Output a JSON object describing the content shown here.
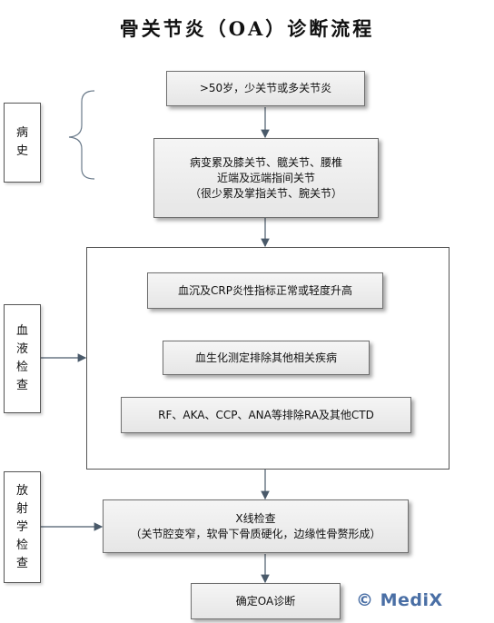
{
  "title": "骨关节炎（OA）诊断流程",
  "side_labels": {
    "history": "病史",
    "blood": "血液检查",
    "imaging": "放射学检查"
  },
  "steps": {
    "age": ">50岁，少关节或多关节炎",
    "joints": "病变累及膝关节、髋关节、腰椎\n近端及远端指间关节\n（很少累及掌指关节、腕关节）",
    "esr_crp": "血沉及CRP炎性指标正常或轻度升高",
    "biochem": "血生化测定排除其他相关疾病",
    "antibodies": "RF、AKA、CCP、ANA等排除RA及其他CTD",
    "xray": "X线检查\n（关节腔变窄，软骨下骨质硬化，边缘性骨赘形成）",
    "diagnosis": "确定OA诊断"
  },
  "watermark": "© MediX",
  "colors": {
    "line": "#4a5a6a",
    "box_border": "#6f6f6f",
    "watermark": "#4a6fa5"
  }
}
